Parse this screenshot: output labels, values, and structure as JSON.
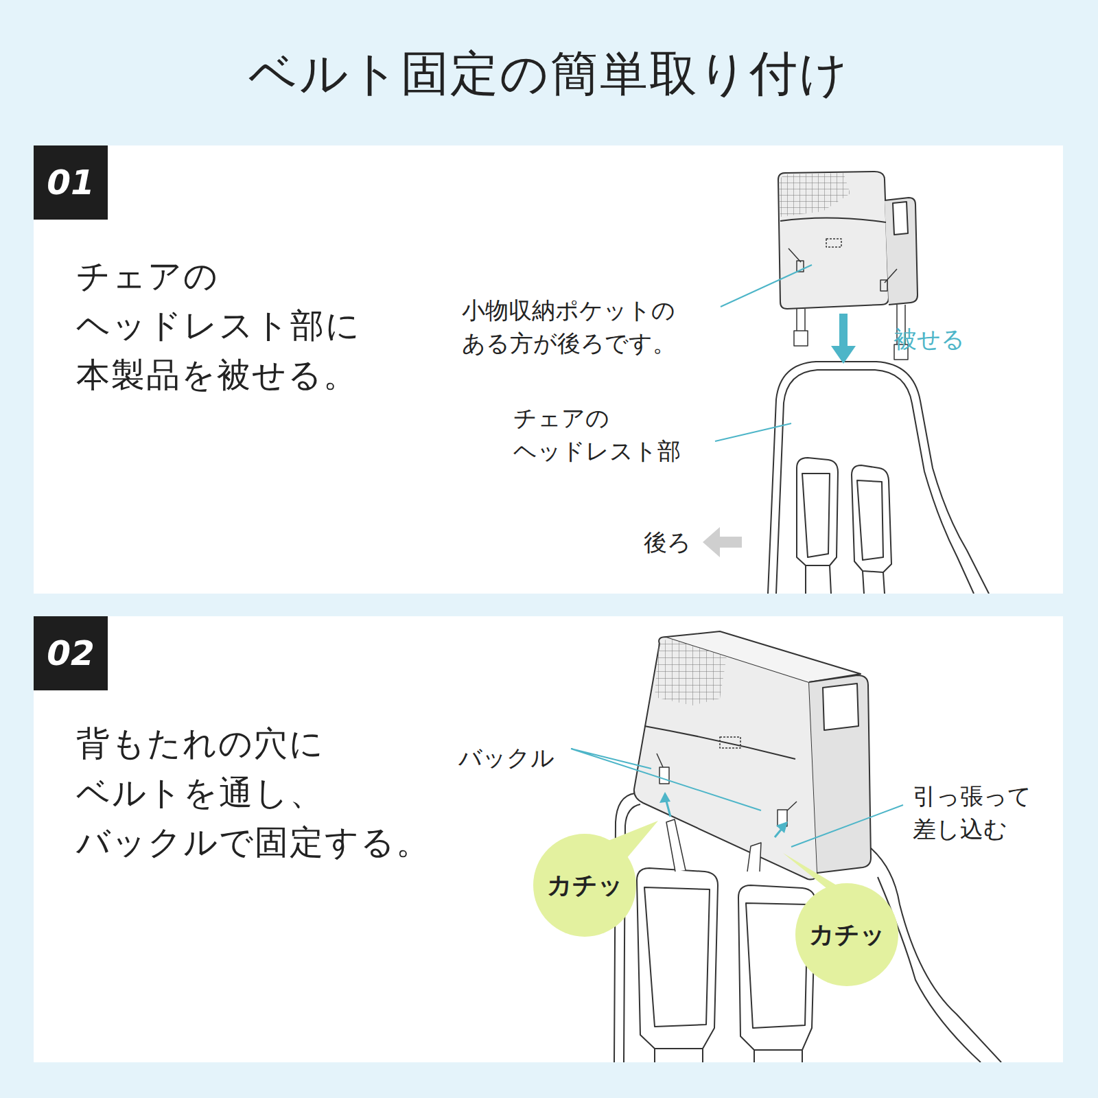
{
  "diagram": {
    "title": "ベルト固定の簡単取り付け",
    "nodes": [
      {
        "text": [
          "チェアの ヘッドレスト部に 本製品を被せる。"
        ]
      },
      {
        "text": [
          "01"
        ],
        "in": 0
      },
      {
        "text": [
          "背もたれの穴に ベルトを通し、 バックルで固定する。"
        ]
      },
      {
        "text": [
          "02"
        ],
        "in": 2
      },
      {
        "text": [
          "カチッ"
        ],
        "in": 2
      },
      {
        "text": [
          "カチッ"
        ],
        "in": 2
      }
    ],
    "labels": [
      "小物収納ポケットの ある方が後ろです。",
      "被せる",
      "チェアの ヘッドレスト部",
      "後ろ",
      "バックル",
      "引っ張って 差し込む"
    ]
  }
}
